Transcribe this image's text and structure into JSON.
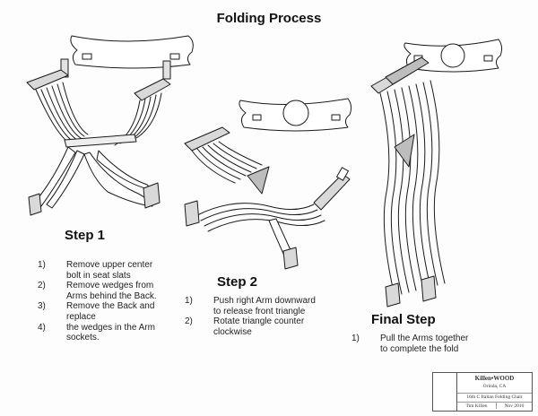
{
  "title": "Folding Process",
  "steps": [
    {
      "heading": "Step 1",
      "items": [
        {
          "num": "1)",
          "text": "Remove upper center bolt in seat slats"
        },
        {
          "num": "2)",
          "text": "Remove wedges from Arms behind the Back."
        },
        {
          "num": "3)",
          "text": "Remove the Back and replace"
        },
        {
          "num": "4)",
          "text": "the wedges in the Arm sockets."
        }
      ]
    },
    {
      "heading": "Step 2",
      "items": [
        {
          "num": "1)",
          "text": "Push right Arm downward to release front triangle"
        },
        {
          "num": "2)",
          "text": "Rotate triangle counter clockwise"
        }
      ]
    },
    {
      "heading": "Final Step",
      "items": [
        {
          "num": "1)",
          "text": "Pull the Arms together to complete the fold"
        }
      ]
    }
  ],
  "title_block": {
    "company": "Killen•WOOD",
    "location": "Orinda, CA",
    "drawing": "16th C Italian Folding Chair",
    "author": "Tim Killen",
    "date": "Nov 2010"
  },
  "colors": {
    "line": "#1a1a1a",
    "fill": "#ffffff",
    "shade": "#d9d9d9",
    "dark_shade": "#9a9a9a"
  }
}
